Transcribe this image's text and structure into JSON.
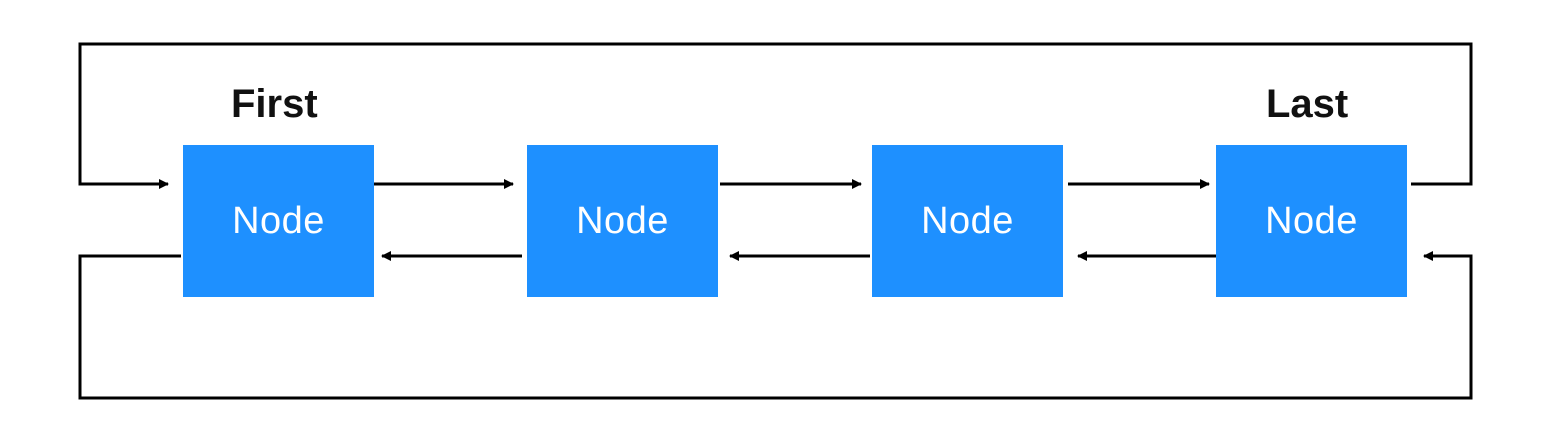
{
  "labels": {
    "first": "First",
    "last": "Last"
  },
  "nodes": [
    {
      "label": "Node"
    },
    {
      "label": "Node"
    },
    {
      "label": "Node"
    },
    {
      "label": "Node"
    }
  ],
  "colors": {
    "node_fill": "#1e90ff",
    "node_text": "#ffffff",
    "line": "#000000"
  }
}
